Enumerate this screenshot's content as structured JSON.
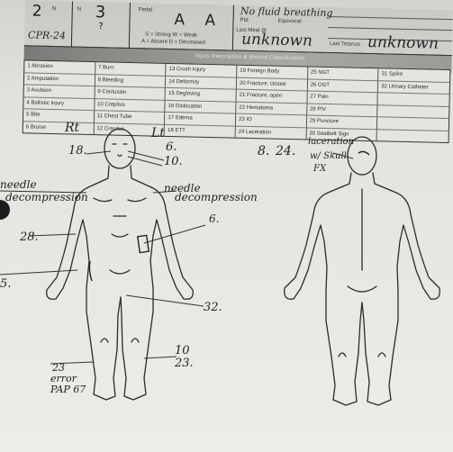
{
  "header": {
    "field_1_value": "2",
    "field_1_hint": "N",
    "field_2_value": "3",
    "field_2_hint": "N",
    "field_2_sub": "?",
    "col_header": "Pedal",
    "verbal_value": "A",
    "motor_value": "A",
    "scale_legend": "S = Strong W = Weak",
    "scale_legend_2": "A = Absent  D = Decreased",
    "no_fluid_note": "No fluid breathing",
    "pt_label": "Ptd",
    "equivocal_label": "Equivocal",
    "last_meal_label": "Last Meal @",
    "last_meal_value": "unknown",
    "last_tetanus_label": "Last Tetanus",
    "last_tetanus_value": "unknown",
    "left_scrawl": "CPR-24"
  },
  "category_band": "Injury Description & Wound Classification",
  "codes": [
    [
      "1  Abrasion",
      "2  Amputation",
      "3  Avulsion",
      "4  Ballistic Injury",
      "5  Bite",
      "6  Bruise"
    ],
    [
      "7  Burn",
      "8  Bleeding",
      "9  Contusion",
      "10  Crepitus",
      "11  Chest Tube",
      "12  Crepitus"
    ],
    [
      "13  Crush Injury",
      "14  Deformity",
      "15  Degloving",
      "16  Dislocation",
      "17  Edema",
      "18  ETT"
    ],
    [
      "19  Foreign Body",
      "20  Fracture, closed",
      "21  Fracture, open",
      "22  Hematoma",
      "23  IO",
      "24  Laceration"
    ],
    [
      "25  NGT",
      "26  OGT",
      "27  Pain",
      "28  PIV",
      "29  Puncture",
      "30  Seatbelt Sign"
    ],
    [
      "31  Splint",
      "32  Urinary Catheter",
      "",
      "",
      "",
      ""
    ]
  ],
  "front": {
    "rt_label": "Rt",
    "lt_label": "Lt",
    "code_18": "18.",
    "code_6": "6.",
    "code_10": "10.",
    "needle_left_line1": "needle",
    "needle_left_line2": "decompression",
    "needle_right_line1": "needle",
    "needle_right_line2": "decompression",
    "code_6b": "6.",
    "code_28": "28.",
    "code_left_edge": "5.",
    "code_32": "32.",
    "code_10b": "10",
    "code_23": "23.",
    "error_note_1": "23",
    "error_note_2": "error",
    "error_note_3": "PAP 67"
  },
  "back": {
    "label_num": "8.",
    "label_24": "24.",
    "note_1": "laceration",
    "note_2": "w/ Skull",
    "note_3": "FX"
  }
}
